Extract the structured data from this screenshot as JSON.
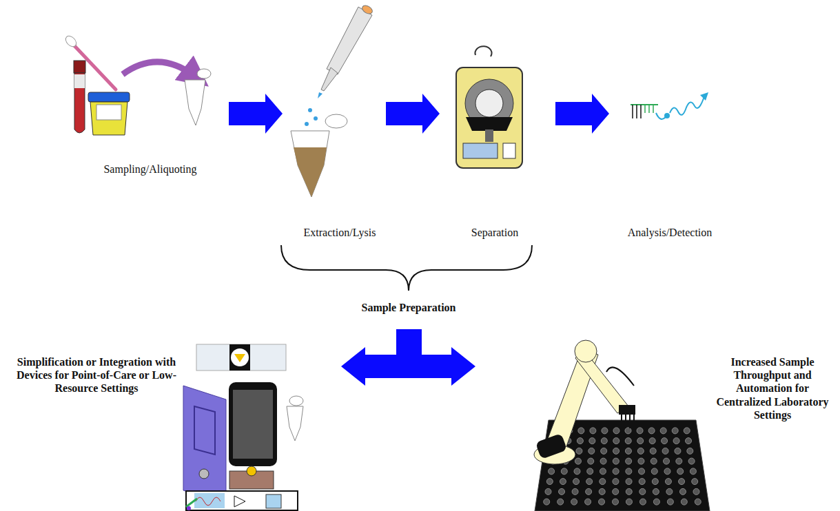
{
  "diagram": {
    "labels": [
      "Sampling/Aliquoting",
      "Extraction/Lysis",
      "Separation",
      "Analysis/Detection",
      "Sample Preparation",
      "Simplification or Integration with Devices for Point-of-Care or Low-Resource Settings",
      "Increased Sample Throughput and Automation for Centralized Laboratory Settings"
    ]
  }
}
